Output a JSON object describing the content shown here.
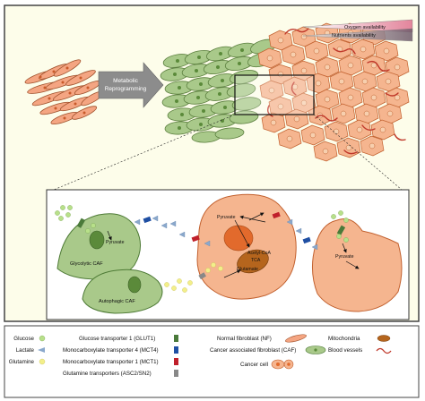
{
  "figure": {
    "gradient": {
      "oxygen": "Oxygen availability",
      "nutrients": "Nutrients availability"
    },
    "arrow_label_line1": "Metabolic",
    "arrow_label_line2": "Reprogramming",
    "cells": {
      "glycolytic_caf": "Glycolytic CAF",
      "autophagic_caf": "Autophagic CAF",
      "pyruvate_left": "Pyruvate",
      "pyruvate_center": "Pyruvate",
      "pyruvate_right": "Pyruvate",
      "acetyl_coa": "Acetyl-CoA",
      "tca": "TCA",
      "glutamate": "Glutamate"
    }
  },
  "legend": {
    "col1": {
      "glucose": "Glucose",
      "lactate": "Lactate",
      "glutamine": "Glutamine"
    },
    "col2": {
      "glut1": "Glucose transporter 1 (GLUT1)",
      "mct4": "Monocarboxylate transporter 4 (MCT4)",
      "mct1": "Monocarboxylate transporter 1 (MCT1)",
      "asc2": "Glutamine transporters (ASC2/SN2)"
    },
    "col3": {
      "nf": "Normal fibroblast (NF)",
      "caf": "Cancer associated fibroblast (CAF)",
      "cancer": "Cancer cell",
      "mito": "Mitochondria",
      "vessels": "Blood vessels"
    }
  },
  "colors": {
    "background": "#fdfdea",
    "frame": "#444444",
    "normal_fibroblast": "#f4a582",
    "caf_green": "#a9c98a",
    "cancer_orange": "#f5b58f",
    "vessel_red": "#c0392b",
    "glucose": "#b8e08a",
    "lactate": "#8aa8cc",
    "glutamine": "#f3ef8a",
    "glut1": "#4a7a3a",
    "mct4": "#1f4fa3",
    "mct1": "#c0202b",
    "asc2": "#888888",
    "mito": "#b5651d"
  }
}
